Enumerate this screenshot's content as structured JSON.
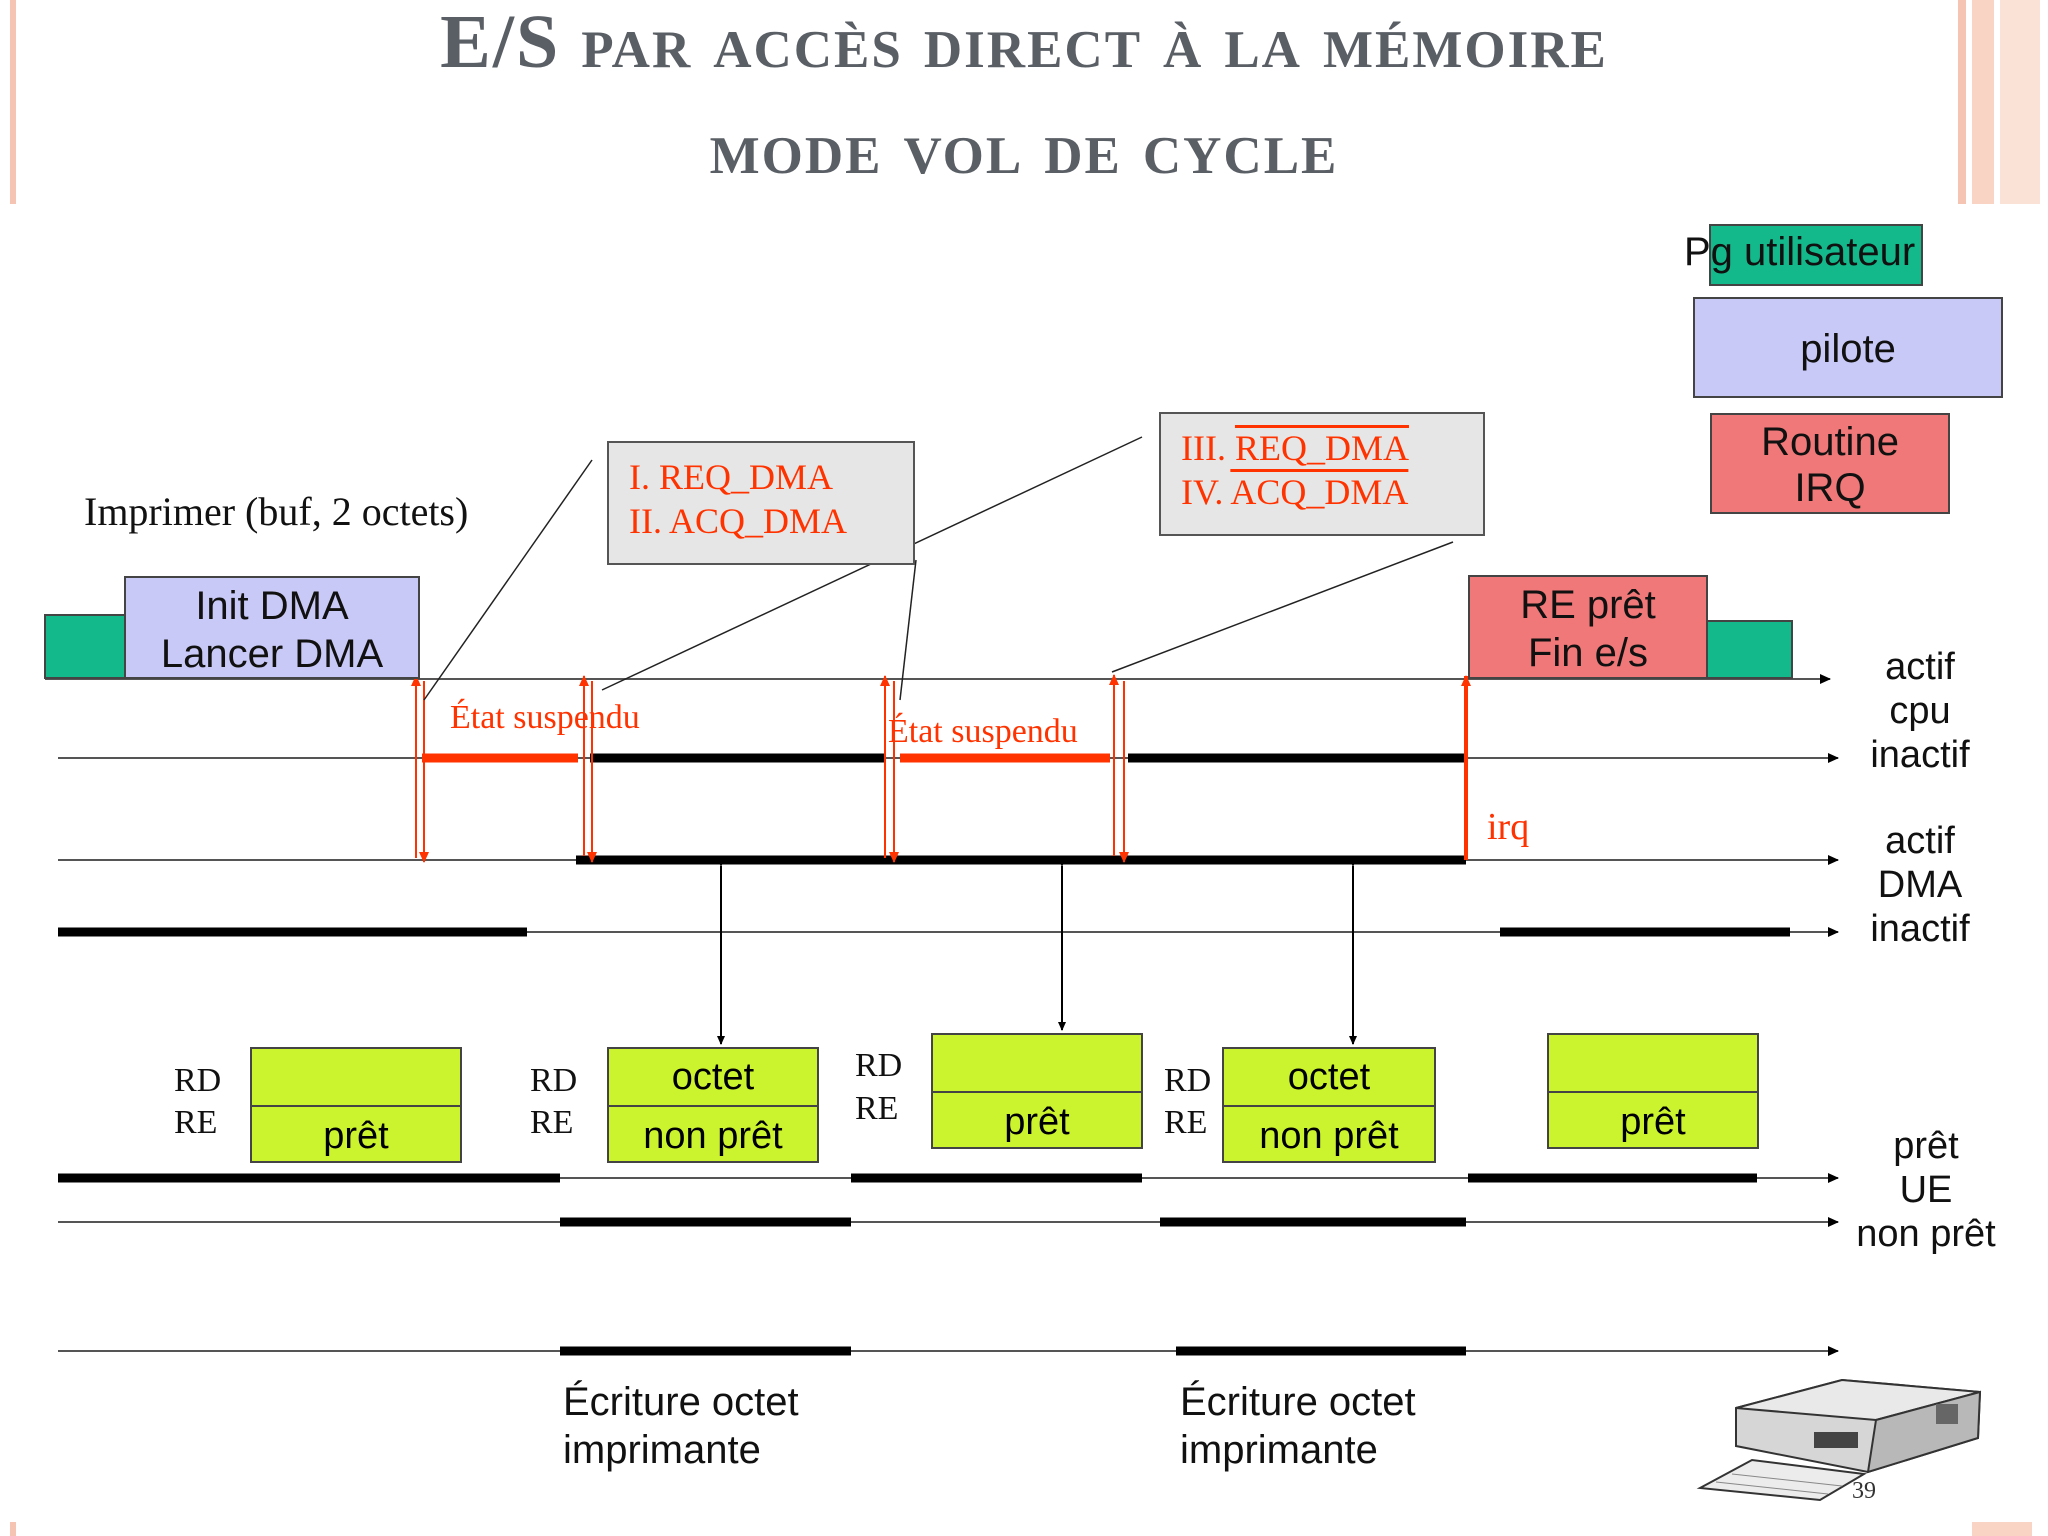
{
  "title": {
    "line1": "E/S par accès direct à la mémoire",
    "line2": "mode vol de cycle"
  },
  "legend": {
    "user_program": "Pg utilisateur",
    "driver": "pilote",
    "irq_routine_1": "Routine",
    "irq_routine_2": "IRQ"
  },
  "call_label": "Imprimer (buf, 2 octets)",
  "init_box": {
    "line1": "Init DMA",
    "line2": "Lancer DMA"
  },
  "re_box": {
    "line1": "RE prêt",
    "line2": "Fin e/s"
  },
  "callout1": {
    "line1": "I. REQ_DMA",
    "line2": "II. ACQ_DMA"
  },
  "callout2": {
    "line1_prefix": "III. ",
    "line1_signal": "REQ_DMA",
    "line2_prefix": "IV. ",
    "line2_signal": "ACQ_DMA"
  },
  "suspended_1": "État suspendu",
  "suspended_2": "État suspendu",
  "irq_label": "irq",
  "cpu_axis": {
    "active": "actif",
    "name": "cpu",
    "inactive": "inactif"
  },
  "dma_axis": {
    "active": "actif",
    "name": "DMA",
    "inactive": "inactif"
  },
  "ue_axis": {
    "ready": "prêt",
    "name": "UE",
    "not_ready": "non prêt"
  },
  "registers": [
    {
      "rd": "RD",
      "re": "RE",
      "top": "",
      "bottom": "prêt"
    },
    {
      "rd": "RD",
      "re": "RE",
      "top": "octet",
      "bottom": "non prêt"
    },
    {
      "rd": "RD",
      "re": "RE",
      "top": "",
      "bottom": "prêt"
    },
    {
      "rd": "RD",
      "re": "RE",
      "top": "octet",
      "bottom": "non prêt"
    },
    {
      "top": "",
      "bottom": "prêt"
    }
  ],
  "printer_writes": [
    {
      "line1": "Écriture octet",
      "line2": "imprimante"
    },
    {
      "line1": "Écriture octet",
      "line2": "imprimante"
    }
  ],
  "page_number": "39",
  "colors": {
    "user_program": "#13b98a",
    "driver": "#c9c9f7",
    "irq_routine": "#f07878",
    "register": "#ccf42e",
    "callout_bg": "#e6e6e6",
    "signal_red": "#ff3300",
    "title_gray": "#5a5f66",
    "deco_pink": "#f6c4b2"
  }
}
